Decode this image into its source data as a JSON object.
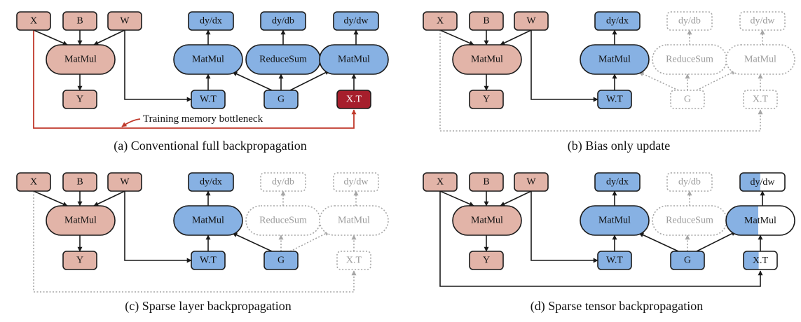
{
  "nodes": {
    "x": "X",
    "b": "B",
    "w": "W",
    "matmul": "MatMul",
    "y": "Y",
    "dydx": "dy/dx",
    "dydb": "dy/db",
    "dydw": "dy/dw",
    "reducesum": "ReduceSum",
    "wt": "W.T",
    "g": "G",
    "xt": "X.T",
    "dydw_d_left": "dy",
    "dydw_d_right": "/dw",
    "matmul_d_left": "Mat",
    "matmul_d_right": "Mul",
    "xt_d_left": "X",
    "xt_d_right": ".T"
  },
  "annotation": "Training memory bottleneck",
  "captions": {
    "a": "(a) Conventional full backpropagation",
    "b": "(b) Bias only update",
    "c": "(c) Sparse layer backpropagation",
    "d": "(d) Sparse tensor backpropagation"
  },
  "colors": {
    "forward": "#e2b4a8",
    "backward": "#87b1e3",
    "bottleneck": "#a61e2c",
    "skipped": "#a6a6a6",
    "bottleneck_path": "#c0392b"
  }
}
